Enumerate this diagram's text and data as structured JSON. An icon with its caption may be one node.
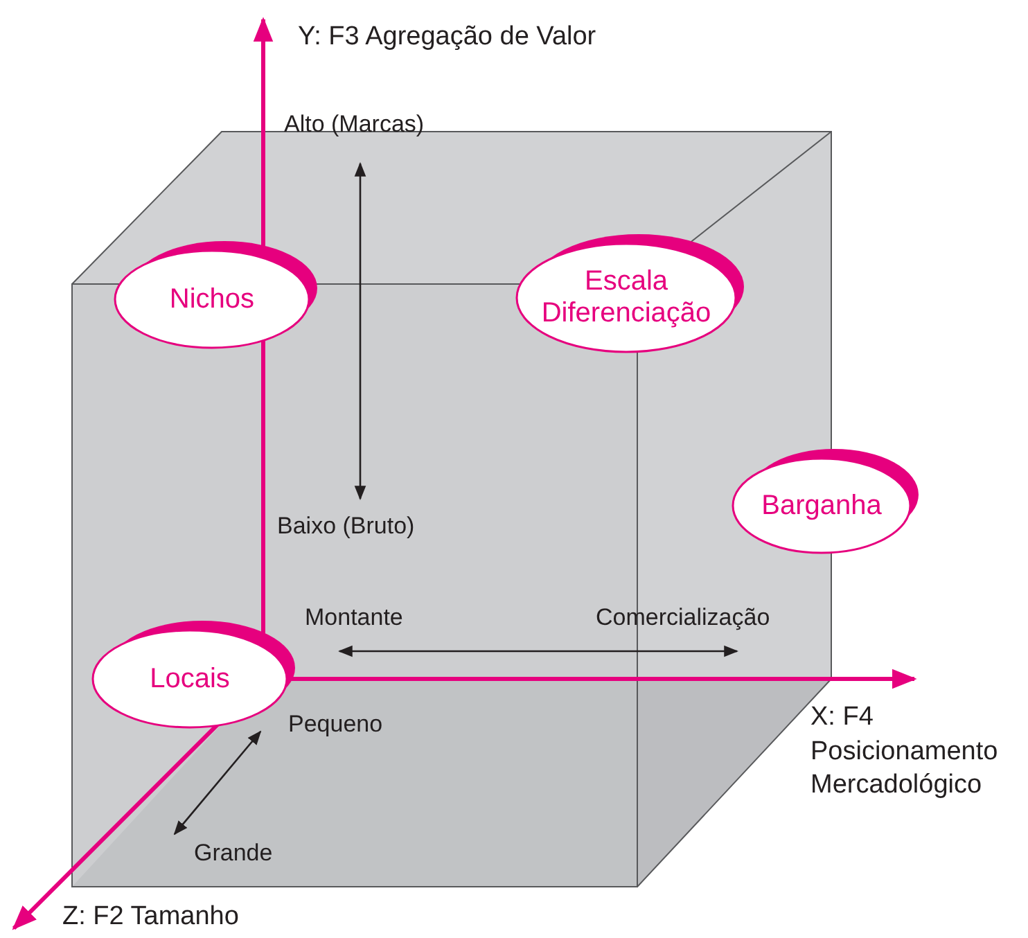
{
  "diagram": {
    "nodes": [
      {
        "text": [
          "Nichos"
        ]
      },
      {
        "text": [
          "Escala Diferenciação"
        ]
      },
      {
        "text": [
          "Barganha"
        ]
      },
      {
        "text": [
          "Locais"
        ]
      }
    ],
    "labels": [
      "Y: F3 Agregação de Valor",
      "Alto (Marcas)",
      "Baixo (Bruto)",
      "Montante",
      "Comercialização",
      "X: F4 Posicionamento Mercadológico",
      "Pequeno",
      "Grande",
      "Z: F2 Tamanho"
    ]
  }
}
